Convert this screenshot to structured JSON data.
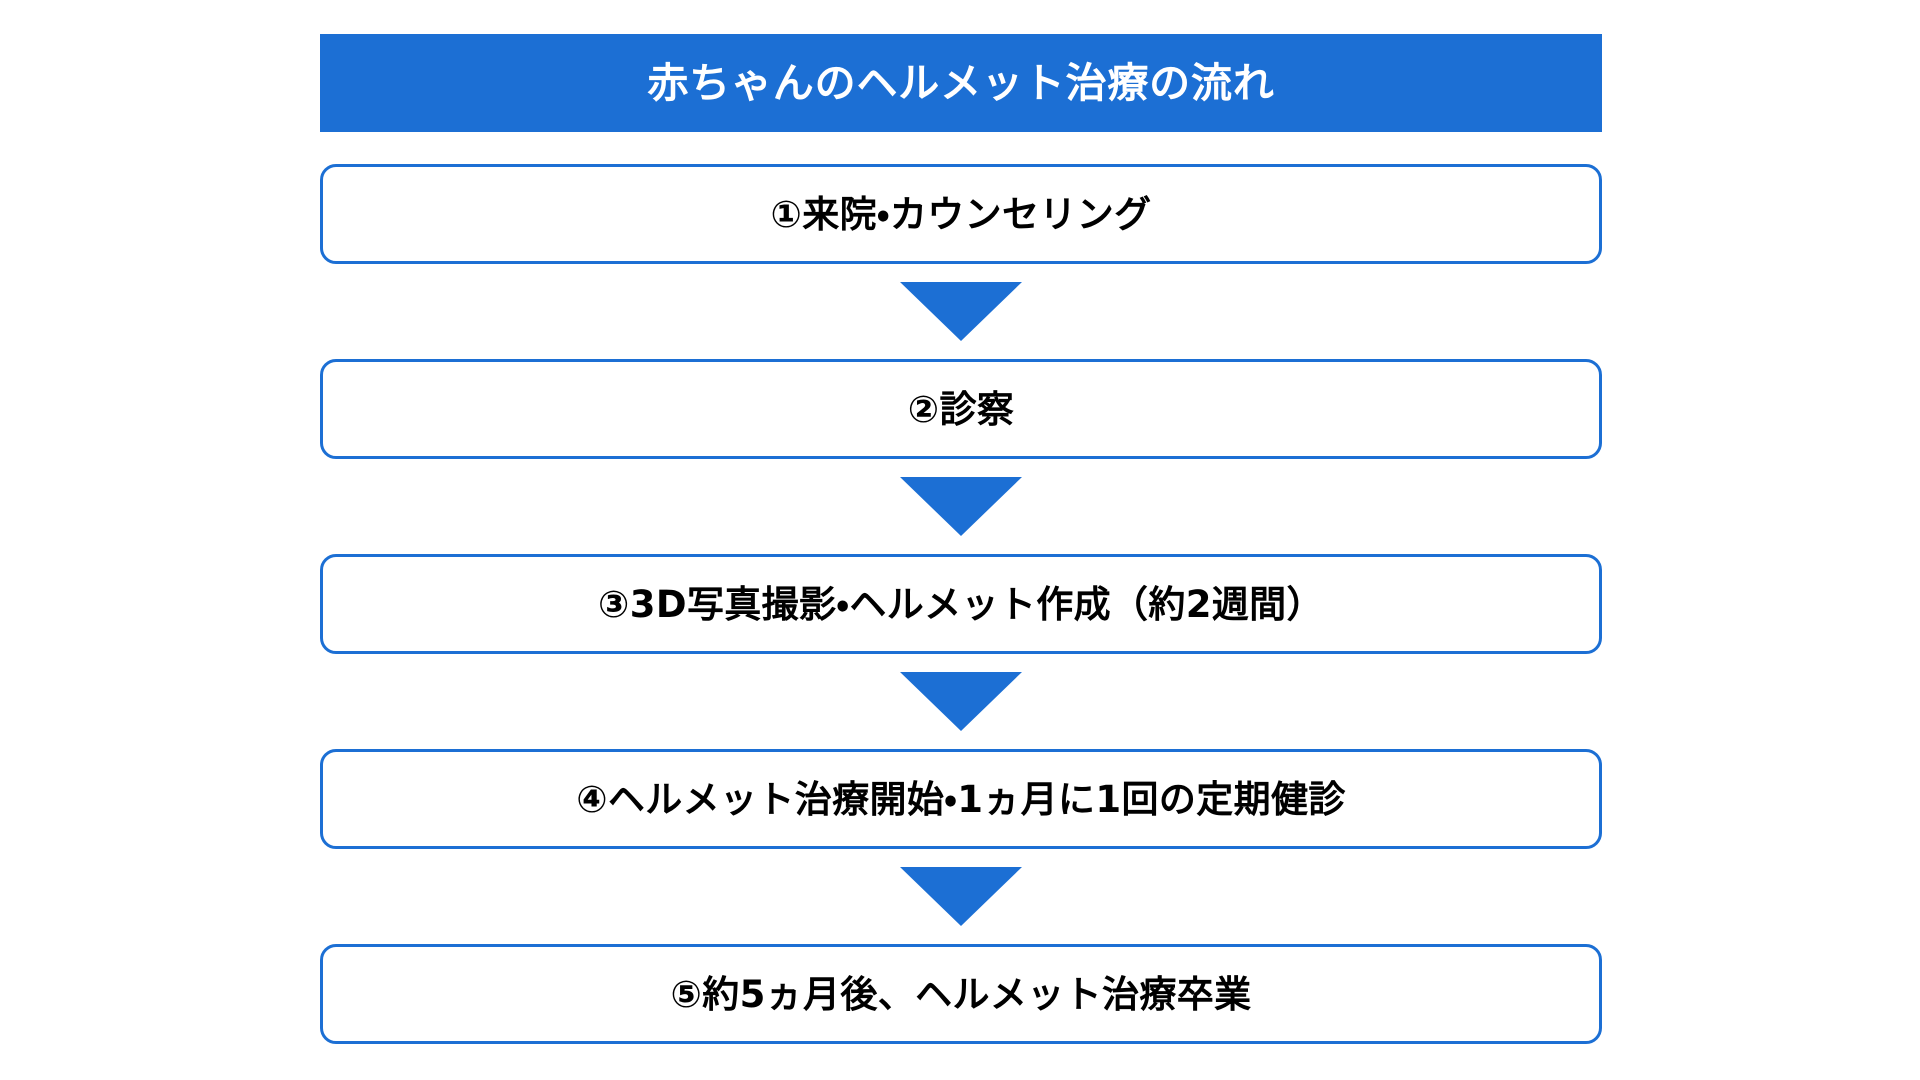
{
  "header": {
    "title": "赤ちゃんのヘルメット治療の流れ",
    "background_color": "#1c6fd4",
    "text_color": "#ffffff"
  },
  "theme": {
    "accent_color": "#1c6fd4",
    "box_border_color": "#1c6fd4",
    "box_background_color": "#ffffff",
    "box_text_color": "#000000",
    "page_background_color": "#ffffff"
  },
  "flow": {
    "type": "flowchart",
    "direction": "vertical-top-to-bottom",
    "connector_icon": "down-triangle-arrow-icon",
    "steps": [
      {
        "index": 1,
        "label": "①来院・カウンセリング"
      },
      {
        "index": 2,
        "label": "②診察"
      },
      {
        "index": 3,
        "label": "③3D写真撮影・ヘルメット作成（約2週間）"
      },
      {
        "index": 4,
        "label": "④ヘルメット治療開始・1ヵ月に1回の定期健診"
      },
      {
        "index": 5,
        "label": "⑤約5ヵ月後、ヘルメット治療卒業"
      }
    ]
  }
}
